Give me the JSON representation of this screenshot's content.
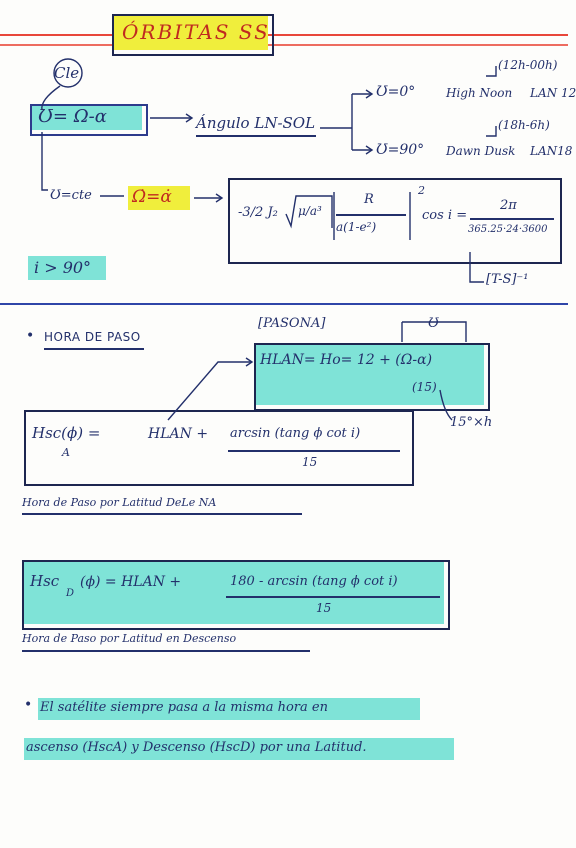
{
  "colors": {
    "ink": "#23306b",
    "red": "#e8473a",
    "yellow": "#f0ee3c",
    "cyan": "#7fe3d7",
    "green": "#b6e84f"
  },
  "title": "ÓRBITAS SS",
  "section1": {
    "circle_label": "Cle",
    "eq_main": "Ʊ= Ω-α",
    "arrow_to": "Ángulo LN-SOL",
    "branch_top": {
      "label": "Ʊ=0°",
      "name": "High Noon",
      "lan": "LAN 12",
      "time": "(12h-00h)"
    },
    "branch_bottom": {
      "label": "Ʊ=90°",
      "name": "Dawn Dusk",
      "lan": "LAN18",
      "time": "(18h-6h)"
    },
    "cte": "Ʊ=cte",
    "rate_eq": "Ω̇=α̇",
    "formula_lhs": "-3/2 J₂",
    "formula_sqrt": "μ/a³",
    "formula_R": "R",
    "formula_den": "a(1-e²)",
    "formula_exp": "2",
    "formula_cos": "cos i =",
    "formula_num": "2π",
    "formula_denom": "365.25·24·3600",
    "period": "[T-S]⁻¹",
    "incl": "i > 90°"
  },
  "section2": {
    "bullet_title": "HORA DE PASO",
    "pasona": "[PASONA]",
    "sigma_small": "Ʊ",
    "hlan_eq": "HLAN= Ho= 12 + (Ω-α)",
    "hlan_den": "(15)",
    "conv": "15°×h",
    "hsc_a_lhs": "Hsc(ϕ) =",
    "hsc_a_sub": "A",
    "hsc_a_rhs": "HLAN +",
    "hsc_a_num": "arcsin (tang ϕ cot i)",
    "hsc_a_den": "15",
    "caption_a": "Hora de Paso por Latitud DeLe NA",
    "hsc_d_lhs": "Hsc",
    "hsc_d_sub": "D",
    "hsc_d_mid": "(ϕ) = HLAN +",
    "hsc_d_num": "180 - arcsin (tang ϕ cot i)",
    "hsc_d_den": "15",
    "caption_d": "Hora de Paso por Latitud en Descenso"
  },
  "section3": {
    "line1": "El satélite siempre pasa a la misma hora en",
    "line2": "ascenso (HscA) y Descenso (HscD) por una Latitud."
  }
}
